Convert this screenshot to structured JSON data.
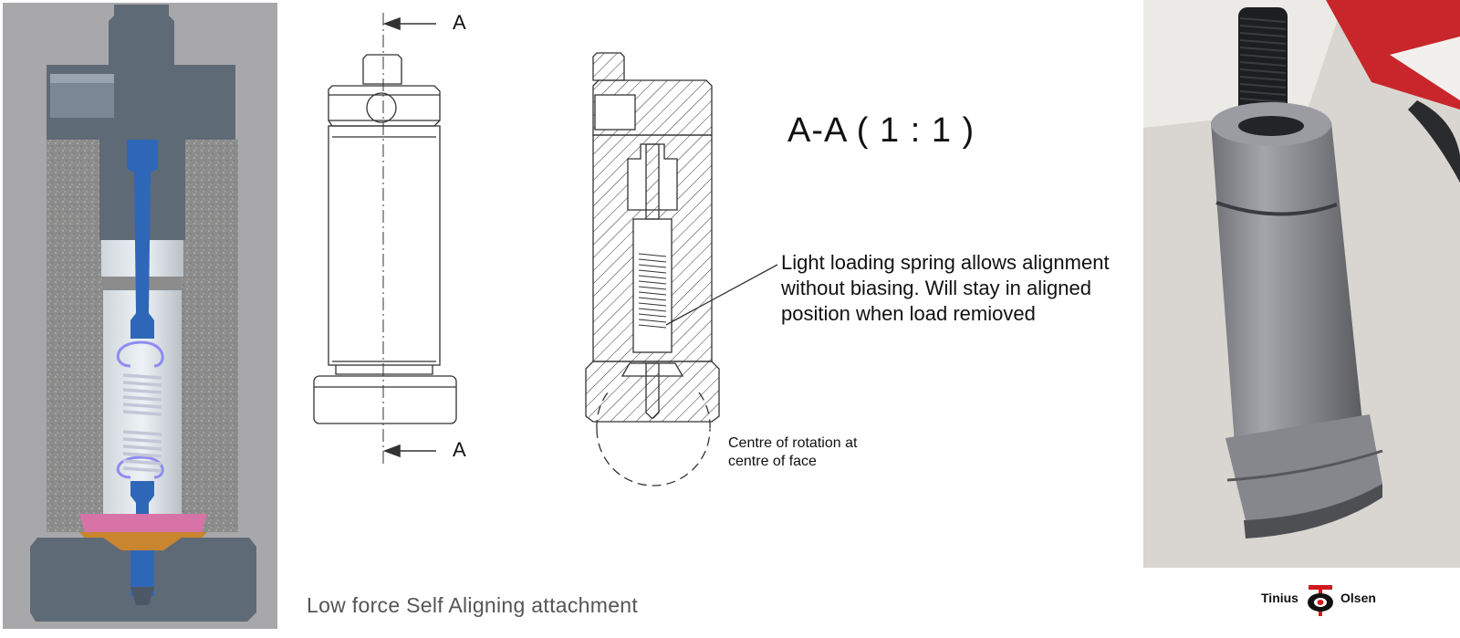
{
  "section_view": {
    "title": "A-A ( 1 : 1 )",
    "cut_label_top": "A",
    "cut_label_bottom": "A"
  },
  "annotations": {
    "spring_note": "Light loading spring allows alignment without biasing. Will stay in aligned position when load remioved",
    "rotation_note": "Centre of rotation at centre of face"
  },
  "caption": "Low force Self Aligning attachment",
  "logo": {
    "word_left": "Tinius",
    "word_right": "Olsen",
    "mark_color": "#d0181f"
  },
  "colors": {
    "render_background": "#a8a8aa",
    "body_steel": "#5f6a77",
    "inner_rod": "#2f67b8",
    "spring": "#8e8cf0",
    "seat_pink": "#d873a8",
    "seat_orange": "#c9852f",
    "photo_part": "#8a8c90"
  }
}
